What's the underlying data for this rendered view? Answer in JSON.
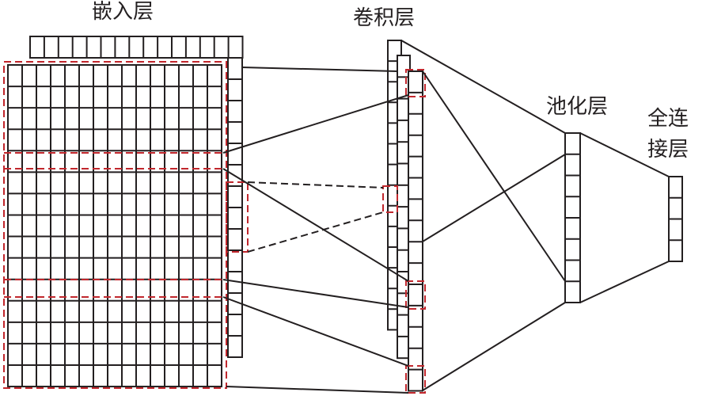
{
  "labels": {
    "embedding": "嵌入层",
    "convolution": "卷积层",
    "pooling": "池化层",
    "fc_line1": "全连",
    "fc_line2": "接层"
  },
  "colors": {
    "stroke": "#231f20",
    "highlight": "#c1272d"
  }
}
